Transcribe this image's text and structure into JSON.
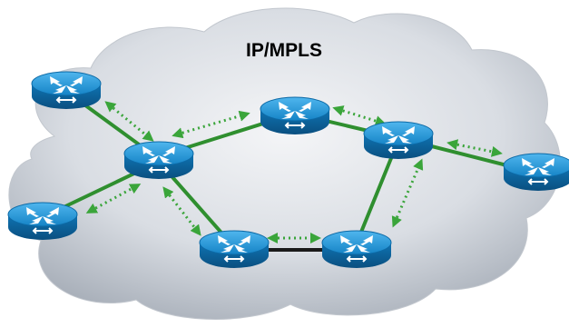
{
  "diagram": {
    "title": "IP/MPLS",
    "colors": {
      "link_green": "#2f8f2f",
      "link_dark": "#1a1a1a",
      "signal_arrow": "#3aa53a",
      "router_blue": "#1a8fd0",
      "router_blue_dark": "#0a5a8f",
      "cloud_fill": "#d9dde3"
    },
    "nodes": [
      {
        "id": "r-left-top",
        "icon": "router-icon"
      },
      {
        "id": "r-left-bottom",
        "icon": "router-icon"
      },
      {
        "id": "r-hub",
        "icon": "router-icon"
      },
      {
        "id": "r-top-mid",
        "icon": "router-icon"
      },
      {
        "id": "r-right-mid",
        "icon": "router-icon"
      },
      {
        "id": "r-far-right",
        "icon": "router-icon"
      },
      {
        "id": "r-bottom-left",
        "icon": "router-icon"
      },
      {
        "id": "r-bottom-right",
        "icon": "router-icon"
      }
    ],
    "links": [
      {
        "from": "r-left-top",
        "to": "r-hub",
        "style": "green"
      },
      {
        "from": "r-left-bottom",
        "to": "r-hub",
        "style": "green"
      },
      {
        "from": "r-hub",
        "to": "r-top-mid",
        "style": "green"
      },
      {
        "from": "r-top-mid",
        "to": "r-right-mid",
        "style": "green"
      },
      {
        "from": "r-right-mid",
        "to": "r-far-right",
        "style": "green"
      },
      {
        "from": "r-hub",
        "to": "r-bottom-left",
        "style": "green"
      },
      {
        "from": "r-bottom-left",
        "to": "r-bottom-right",
        "style": "dark"
      },
      {
        "from": "r-bottom-right",
        "to": "r-right-mid",
        "style": "green"
      }
    ],
    "signal_arrows": 8
  }
}
